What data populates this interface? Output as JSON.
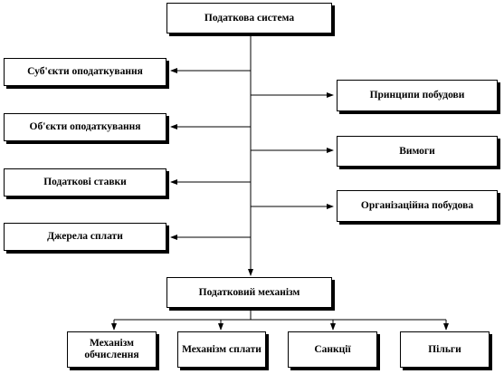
{
  "diagram": {
    "root": "Податкова система",
    "left": [
      "Суб'єкти оподаткування",
      "Об'єкти оподаткування",
      "Податкові ставки",
      "Джерела сплати"
    ],
    "right": [
      "Принципи побудови",
      "Вимоги",
      "Організаційна побудова"
    ],
    "mechanism": "Податковий механізм",
    "bottom": [
      "Механізм обчислення",
      "Механізм сплати",
      "Санкції",
      "Пільги"
    ]
  }
}
